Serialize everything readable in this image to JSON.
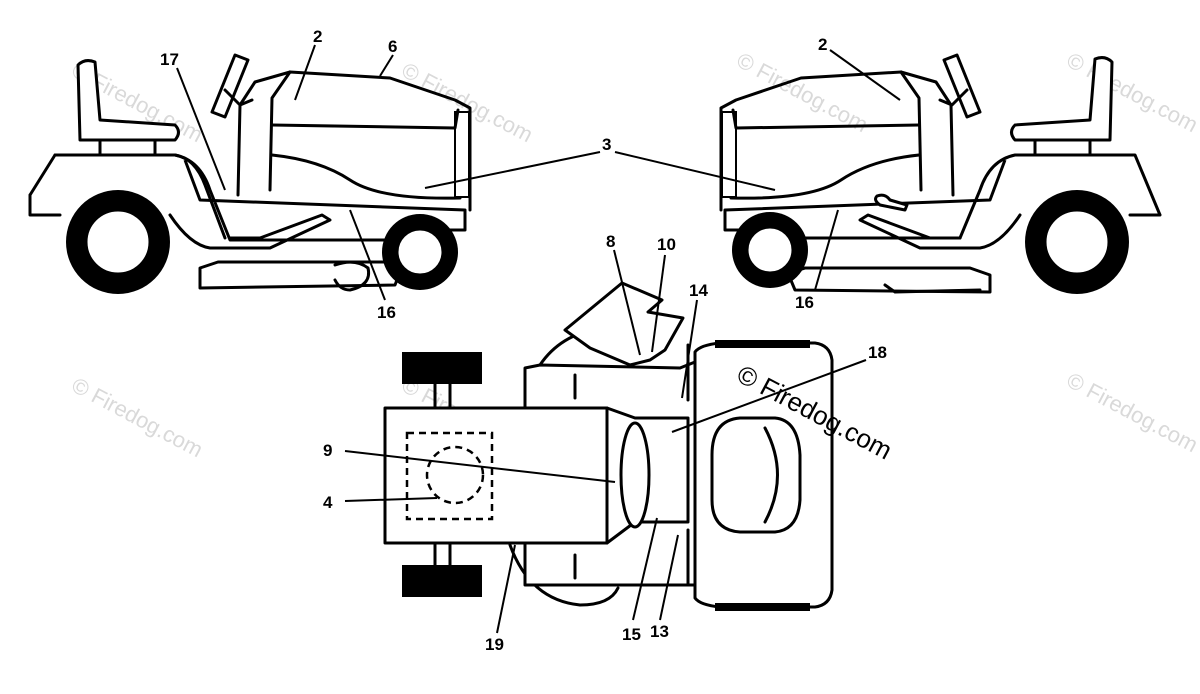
{
  "watermark": {
    "faint_text": "© Firedog.com",
    "main_text": "© Firedog.com"
  },
  "callouts": {
    "left_2": "2",
    "left_6": "6",
    "left_17": "17",
    "left_16": "16",
    "shared_3": "3",
    "right_2": "2",
    "right_16": "16",
    "top_8": "8",
    "top_10": "10",
    "top_14": "14",
    "top_18": "18",
    "top_9": "9",
    "top_4": "4",
    "top_15": "15",
    "top_13": "13",
    "top_19_partial": "19"
  },
  "colors": {
    "line": "#000000",
    "background": "#ffffff",
    "watermark": "#d9d9d9"
  }
}
